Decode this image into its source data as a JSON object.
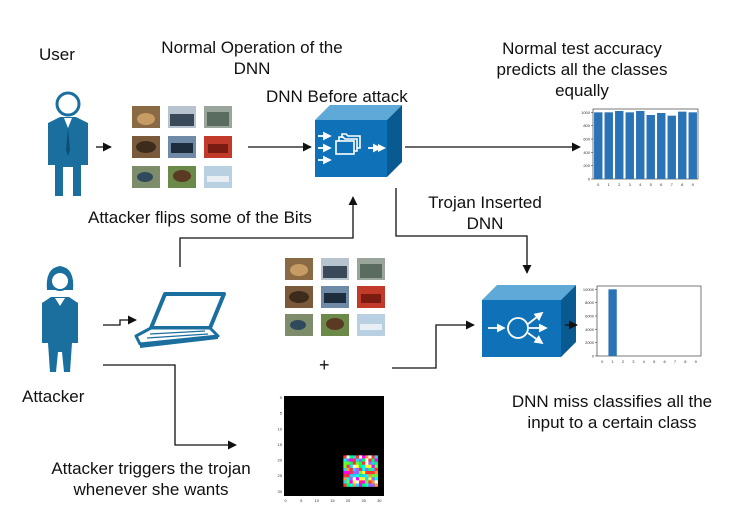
{
  "labels": {
    "user": "User",
    "attacker": "Attacker",
    "normal_operation_line1": "Normal Operation of the",
    "normal_operation_line2": "DNN",
    "dnn_before": "DNN Before attack",
    "normal_accuracy_line1": "Normal test accuracy",
    "normal_accuracy_line2": "predicts all the classes",
    "normal_accuracy_line3": "equally",
    "flips_bits": "Attacker flips some of the Bits",
    "trojan_inserted_line1": "Trojan Inserted",
    "trojan_inserted_line2": "DNN",
    "plus": "+",
    "miss_line1": "DNN miss classifies all the",
    "miss_line2": "input to a certain class",
    "triggers_line1": "Attacker triggers the trojan",
    "triggers_line2": "whenever she wants"
  },
  "icons": {
    "user": "user-person-icon",
    "attacker": "attacker-woman-icon",
    "laptop": "laptop-icon",
    "dnn_normal": "dnn-box-icon",
    "dnn_trojan": "trojan-dnn-box-icon"
  },
  "colors": {
    "figure": "#1a6f9e",
    "box_front": "#0f72b8",
    "bar": "#2a73b6",
    "line": "#111111"
  },
  "chart_data": [
    {
      "type": "bar",
      "categories": [
        "0",
        "1",
        "2",
        "3",
        "4",
        "5",
        "6",
        "7",
        "8",
        "9"
      ],
      "values": [
        1000,
        1000,
        1020,
        1000,
        1020,
        960,
        990,
        950,
        1010,
        1000
      ],
      "ylim": [
        0,
        1050
      ],
      "yticks": [
        "0",
        "200",
        "400",
        "600",
        "800",
        "1000"
      ]
    },
    {
      "type": "bar",
      "categories": [
        "0",
        "1",
        "2",
        "3",
        "4",
        "5",
        "6",
        "7",
        "8",
        "9"
      ],
      "values": [
        0,
        10000,
        0,
        0,
        0,
        0,
        0,
        0,
        0,
        0
      ],
      "ylim": [
        0,
        10500
      ],
      "yticks": [
        "0",
        "2000",
        "4000",
        "6000",
        "8000",
        "10000"
      ]
    },
    {
      "type": "heatmap",
      "xticks": [
        "0",
        "5",
        "10",
        "15",
        "20",
        "25",
        "30"
      ],
      "yticks": [
        "0",
        "5",
        "10",
        "15",
        "20",
        "25",
        "30"
      ]
    }
  ]
}
